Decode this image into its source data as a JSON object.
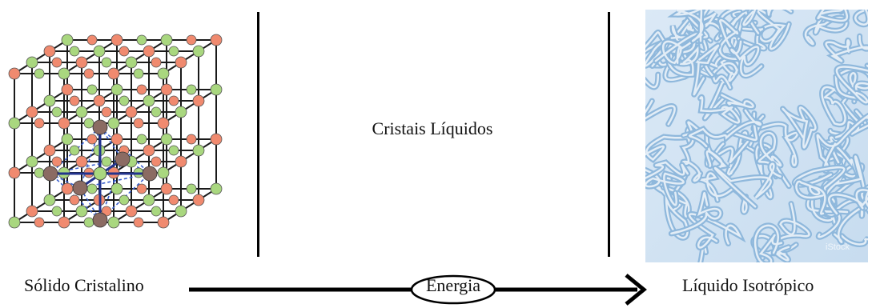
{
  "diagram": {
    "center_label": "Cristais Líquidos",
    "left_state_label": "Sólido Cristalino",
    "right_state_label": "Líquido Isotrópico",
    "arrow_label": "Energia",
    "watermark": "iStock"
  },
  "colors": {
    "lattice_line": "#1a1a1a",
    "red_atom": "#f08a6f",
    "green_atom": "#a9d77f",
    "brown_atom": "#8b6b63",
    "octahedron": "#3a5fcd",
    "liquid_bg": "#cfe3f3",
    "liquid_strand": "#8fb8dc"
  },
  "icons": {
    "crystal": "cubic-crystal-lattice-illustration",
    "liquid": "isotropic-liquid-texture-illustration",
    "arrow": "right-arrow"
  }
}
